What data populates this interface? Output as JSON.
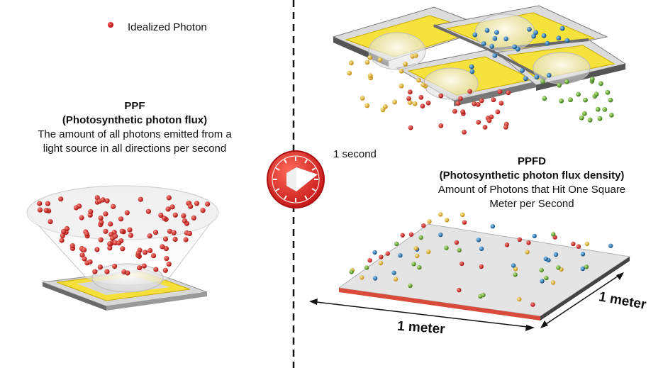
{
  "legend": {
    "label": "Idealized Photon",
    "icon": "photon-dot-icon",
    "photon_color": "#c0181a"
  },
  "ppf": {
    "abbr": "PPF",
    "full_name": "(Photosynthetic photon flux)",
    "description_line1": "The amount of all photons emitted from a",
    "description_line2": "light source in all directions per second"
  },
  "timer": {
    "label": "1 second",
    "icon": "clock-play-icon",
    "color": "#e32222"
  },
  "ppfd": {
    "abbr": "PPFD",
    "full_name": "(Photosynthetic photon flux density)",
    "description_line1": "Amount of Photons that Hit One Square",
    "description_line2": "Meter per Second"
  },
  "plane": {
    "width_label": "1 meter",
    "depth_label": "1 meter"
  },
  "photon_colors": {
    "red": "#c0181a",
    "yellow": "#e0a820",
    "blue": "#1a6aa8",
    "green": "#5a9a2a"
  }
}
